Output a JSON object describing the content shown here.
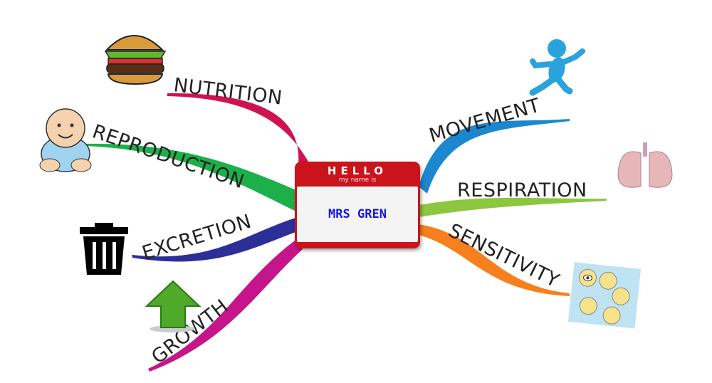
{
  "center": {
    "hello": "HELLO",
    "subtitle": "my name is",
    "name": "MRS GREN"
  },
  "branches": [
    {
      "label": "NUTRITION",
      "color": "#d0134f",
      "icon": "burger-icon"
    },
    {
      "label": "REPRODUCTION",
      "color": "#1db04a",
      "icon": "baby-icon"
    },
    {
      "label": "EXCRETION",
      "color": "#2d2f98",
      "icon": "trash-can-icon"
    },
    {
      "label": "GROWTH",
      "color": "#c4168a",
      "icon": "up-arrow-icon"
    },
    {
      "label": "MOVEMENT",
      "color": "#1c86cf",
      "icon": "running-figure-icon"
    },
    {
      "label": "RESPIRATION",
      "color": "#8dc63f",
      "icon": "lungs-icon"
    },
    {
      "label": "SENSITIVITY",
      "color": "#f7801e",
      "icon": "senses-icon"
    }
  ]
}
